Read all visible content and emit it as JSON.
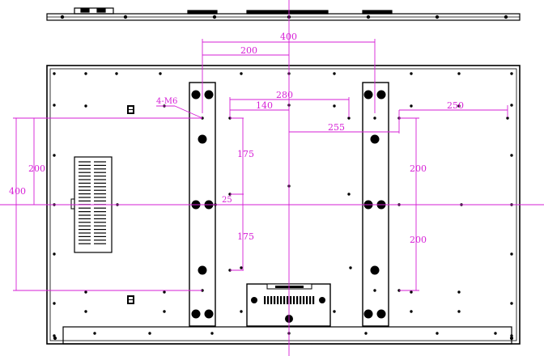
{
  "colors": {
    "line": "#000000",
    "dimension": "#d61fd6",
    "background": "#ffffff"
  },
  "labels": {
    "top_400": "400",
    "top_200": "200",
    "mid_280": "280",
    "mid_140": "140",
    "mid_255": "255",
    "right_250": "250",
    "screw_note": "4-M6",
    "left_400": "400",
    "left_200": "200",
    "center_175_top": "175",
    "center_175_bottom": "175",
    "right_200_top": "200",
    "right_200_bottom": "200",
    "bracket_mark": "25"
  }
}
